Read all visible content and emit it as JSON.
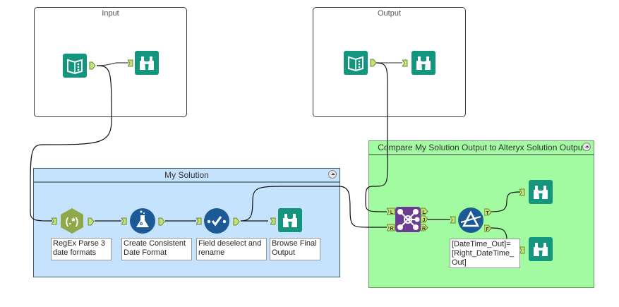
{
  "containers": {
    "input": {
      "title": "Input"
    },
    "output": {
      "title": "Output"
    },
    "my_solution": {
      "title": "My Solution"
    },
    "compare": {
      "title": "Compare My Solution Output to Alteryx Solution Output"
    }
  },
  "tools": {
    "input_text": {
      "type": "text-input",
      "icon": "book-icon"
    },
    "input_browse": {
      "type": "browse",
      "icon": "binoculars-icon"
    },
    "output_text": {
      "type": "text-input",
      "icon": "book-icon"
    },
    "output_browse": {
      "type": "browse",
      "icon": "binoculars-icon"
    },
    "regex": {
      "type": "regex",
      "icon": "regex-icon",
      "glyph": "(.*)",
      "annotation": [
        "RegEx Parse 3",
        "date formats"
      ]
    },
    "formula": {
      "type": "formula",
      "icon": "flask-icon",
      "annotation": [
        "Create Consistent",
        "Date Format"
      ]
    },
    "select": {
      "type": "select",
      "icon": "checkmark-icon",
      "annotation": [
        "Field deselect and",
        "rename"
      ]
    },
    "browse_final": {
      "type": "browse",
      "icon": "binoculars-icon",
      "annotation": [
        "Browse Final",
        "Output"
      ]
    },
    "join": {
      "type": "join",
      "icon": "join-icon",
      "inputs": [
        "L",
        "R"
      ],
      "outputs": [
        "L",
        "J",
        "R"
      ]
    },
    "filter": {
      "type": "filter",
      "icon": "filter-icon",
      "outputs": [
        "T",
        "F"
      ],
      "annotation": [
        "[DateTime_Out]=",
        "[Right_DateTime_",
        "Out]"
      ]
    },
    "browse_true": {
      "type": "browse",
      "icon": "binoculars-icon"
    },
    "browse_false": {
      "type": "browse",
      "icon": "binoculars-icon"
    }
  },
  "colors": {
    "teal": "#13957e",
    "regex_green": "#8ea84a",
    "dark_blue": "#1c5a96",
    "join_purple": "#6a3d91",
    "anchor_fill": "#c4e07a",
    "my_solution_bg": "#c6e3fd",
    "compare_bg": "#a3fba1"
  }
}
